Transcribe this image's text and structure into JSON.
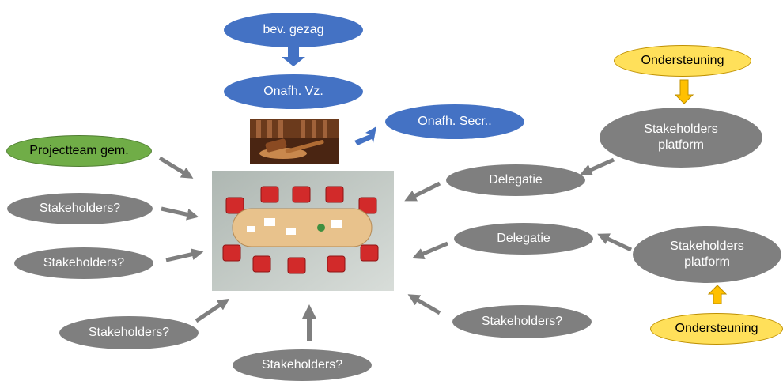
{
  "nodes": {
    "bev_gezag": "bev. gezag",
    "onafh_vz": "Onafh. Vz.",
    "onafh_secr": "Onafh. Secr..",
    "projectteam": "Projectteam gem.",
    "stakeholders_q": "Stakeholders?",
    "delegatie": "Delegatie",
    "stakeholders_platform": "Stakeholders platform",
    "ondersteuning": "Ondersteuning"
  },
  "colors": {
    "blue": "#4472c4",
    "gray": "#7f7f7f",
    "green": "#70ad47",
    "yellow": "#ffe05a",
    "orange_arrow": "#ffc000"
  },
  "images": {
    "gavel": "gavel-photo",
    "meeting": "meeting-table-photo"
  }
}
